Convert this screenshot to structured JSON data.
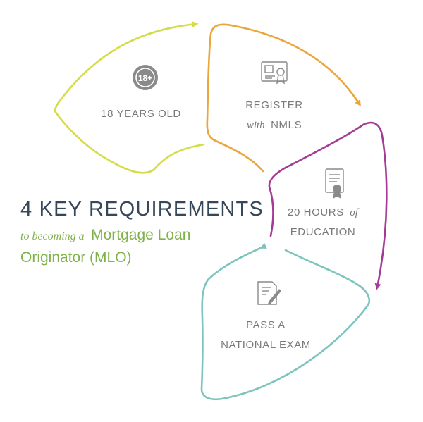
{
  "title": {
    "main": "4 KEY REQUIREMENTS",
    "sub_italic": "to becoming a",
    "sub_line1": "Mortgage Loan",
    "sub_line2": "Originator (MLO)"
  },
  "colors": {
    "step1": "#d4dc4a",
    "step2": "#eba63a",
    "step3": "#a43b94",
    "step4": "#7cc4bd",
    "title": "#37475a",
    "accent": "#7fb24a",
    "text": "#7a7a7a"
  },
  "steps": [
    {
      "line1": "18 YEARS OLD",
      "icon": "age-18-plus-icon",
      "badge": "18+"
    },
    {
      "line1": "REGISTER",
      "line2_italic": "with",
      "line2": "NMLS",
      "icon": "certificate-icon"
    },
    {
      "line1": "20 HOURS",
      "line1_italic": "of",
      "line2": "EDUCATION",
      "icon": "diploma-icon"
    },
    {
      "line1": "PASS A",
      "line2": "NATIONAL EXAM",
      "icon": "exam-paper-icon"
    }
  ]
}
